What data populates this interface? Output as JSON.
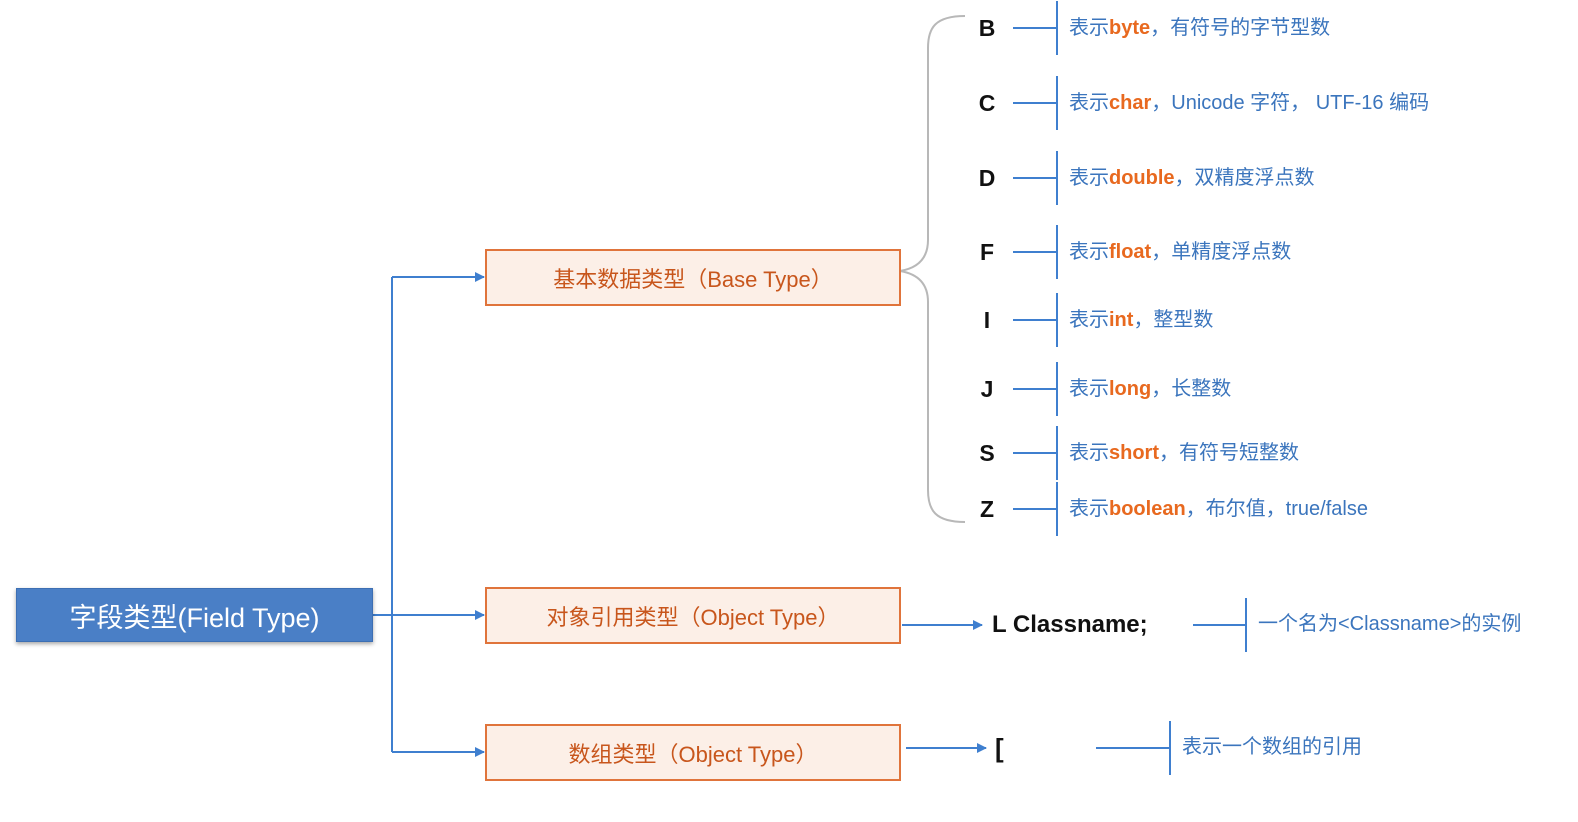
{
  "root": {
    "label": "字段类型(Field Type)"
  },
  "categories": {
    "base": {
      "label": "基本数据类型（Base Type）"
    },
    "object": {
      "label": "对象引用类型（Object Type）"
    },
    "array": {
      "label": "数组类型（Object Type）"
    }
  },
  "base_types": [
    {
      "code": "B",
      "prefix": "表示",
      "keyword": "byte",
      "rest": "，有符号的字节型数"
    },
    {
      "code": "C",
      "prefix": "表示",
      "keyword": "char",
      "rest": "，Unicode 字符， UTF-16 编码"
    },
    {
      "code": "D",
      "prefix": "表示",
      "keyword": "double",
      "rest": "，双精度浮点数"
    },
    {
      "code": "F",
      "prefix": "表示",
      "keyword": "float",
      "rest": "，单精度浮点数"
    },
    {
      "code": "I",
      "prefix": "表示",
      "keyword": "int",
      "rest": "，整型数"
    },
    {
      "code": "J",
      "prefix": "表示",
      "keyword": "long",
      "rest": "，长整数"
    },
    {
      "code": "S",
      "prefix": "表示",
      "keyword": "short",
      "rest": "，有符号短整数"
    },
    {
      "code": "Z",
      "prefix": "表示",
      "keyword": "boolean",
      "rest": "，布尔值，true/false"
    }
  ],
  "object_type": {
    "code": "L Classname;",
    "description": "一个名为<Classname>的实例"
  },
  "array_type": {
    "code": "[",
    "description": "表示一个数组的引用"
  },
  "colors": {
    "connector": "#3f7fcf",
    "brace": "#b8b8b8",
    "root_fill": "#4a7fc6",
    "box_border": "#e0743b",
    "box_fill": "#fcefe7",
    "keyword": "#e8691f",
    "description": "#3b75bd"
  }
}
